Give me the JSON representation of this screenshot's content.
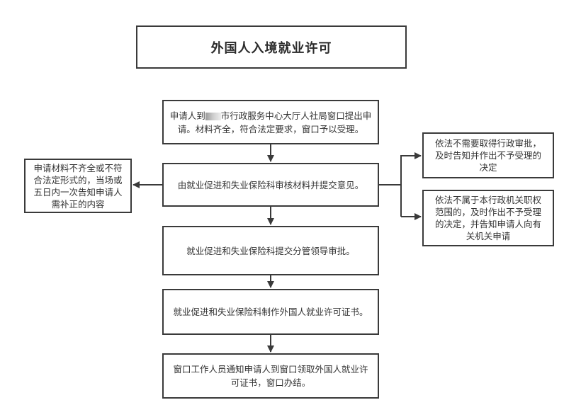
{
  "title": "外国人入境就业许可",
  "steps": [
    {
      "id": "apply",
      "text_before": "申请人到",
      "text_after": "市行政服务中心大厅人社局窗口提出申请。材料齐全，符合法定要求，窗口予以受理。"
    },
    {
      "id": "review",
      "text": "由就业促进和失业保险科审核材料并提交意见。"
    },
    {
      "id": "approve",
      "text": "就业促进和失业保险科提交分管领导审批。"
    },
    {
      "id": "make-cert",
      "text": "就业促进和失业保险科制作外国人就业许可证书。"
    },
    {
      "id": "notify",
      "text": "窗口工作人员通知申请人到窗口领取外国人就业许可证书，窗口办结。"
    }
  ],
  "branches": {
    "left": {
      "text": "申请材料不齐全或不符合法定形式的，当场或五日内一次告知申请人需补正的内容"
    },
    "right_top": {
      "text": "依法不需要取得行政审批，及时告知并作出不予受理的决定"
    },
    "right_bottom": {
      "text": "依法不属于本行政机关职权范围的，及时作出不予受理的决定，并告知申请人向有关机关申请"
    }
  },
  "colors": {
    "border": "#3a3a3a",
    "text": "#333333",
    "background": "#ffffff"
  }
}
